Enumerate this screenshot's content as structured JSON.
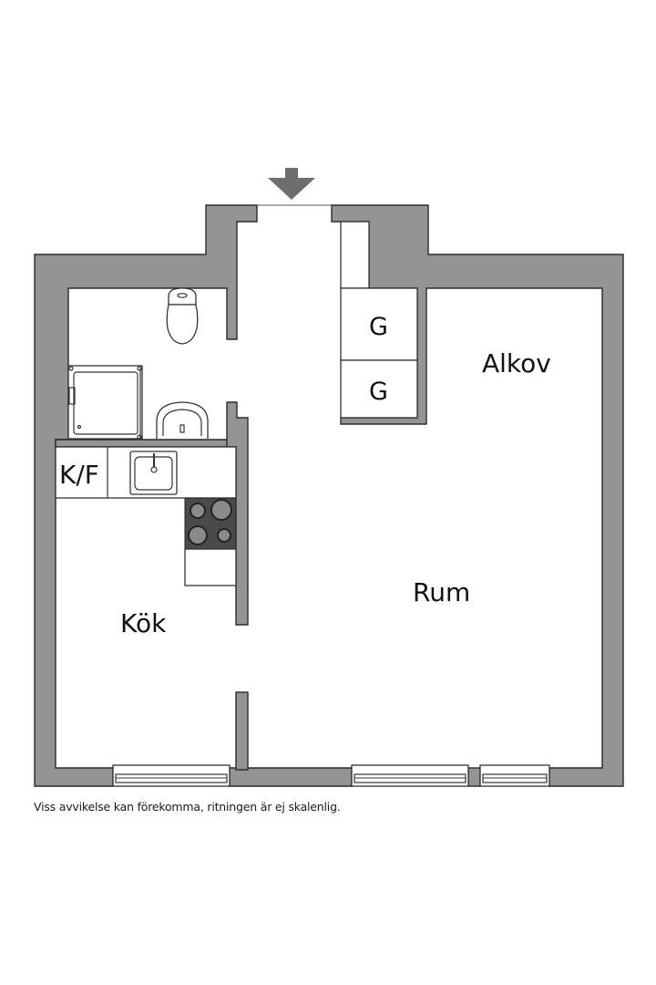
{
  "floorplan": {
    "entrance_arrow": "arrow-down-icon",
    "rooms": [
      {
        "id": "kok",
        "label": "Kök"
      },
      {
        "id": "rum",
        "label": "Rum"
      },
      {
        "id": "alkov",
        "label": "Alkov"
      },
      {
        "id": "kf",
        "label": "K/F"
      },
      {
        "id": "g1",
        "label": "G"
      },
      {
        "id": "g2",
        "label": "G"
      }
    ],
    "fixtures": [
      "toilet",
      "shower",
      "washbasin",
      "kitchen-sink",
      "stove",
      "windows"
    ],
    "colors": {
      "wall": "#929495",
      "wall_outline": "#2b2b2b",
      "stove": "#4a4a4a",
      "background": "#ffffff"
    }
  },
  "disclaimer": "Viss avvikelse kan förekomma, ritningen är ej skalenlig."
}
